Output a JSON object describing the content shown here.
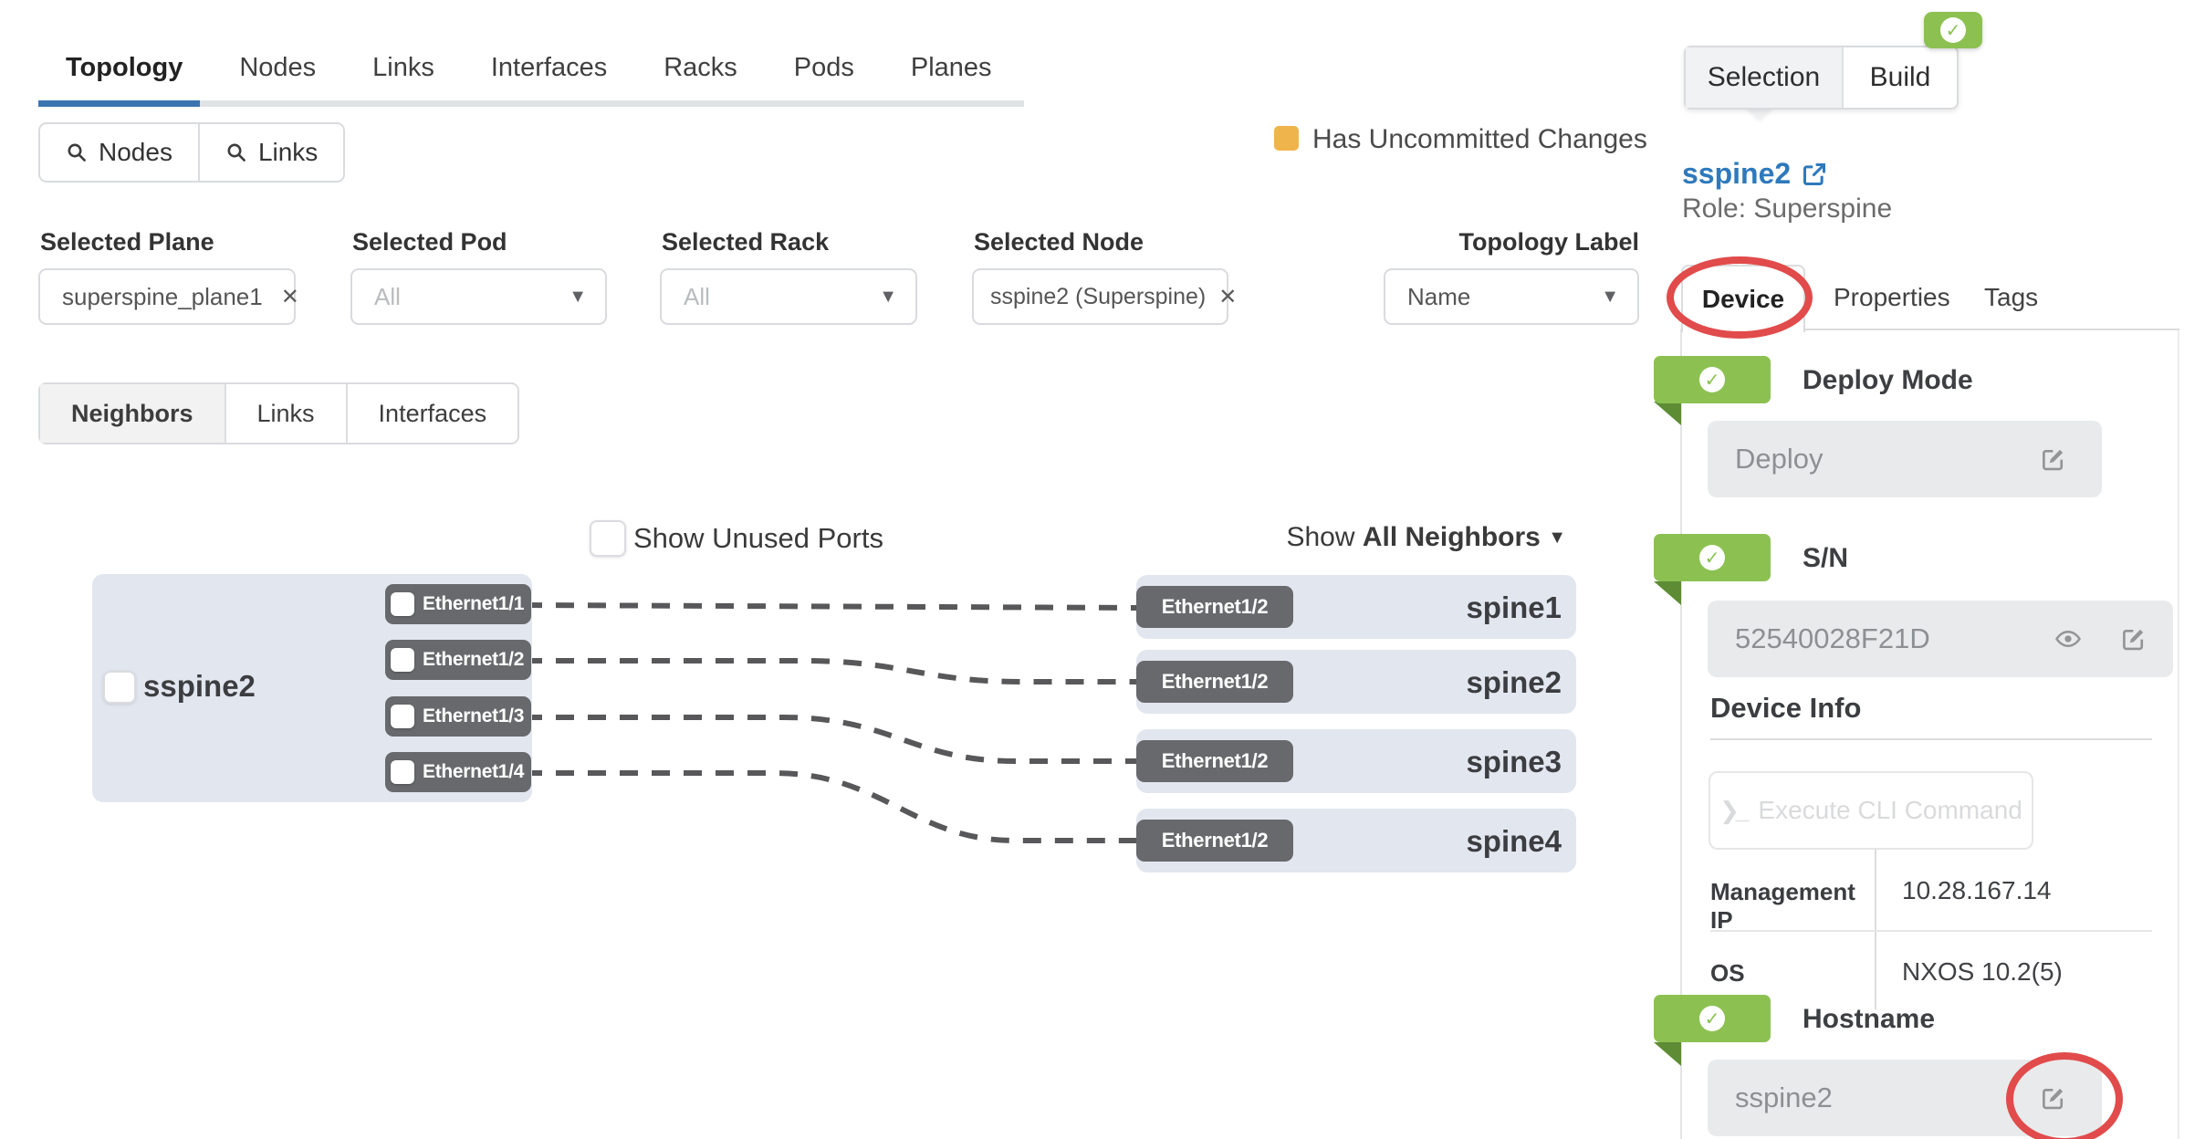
{
  "header": {
    "tabs": [
      {
        "label": "Topology",
        "active": true
      },
      {
        "label": "Nodes"
      },
      {
        "label": "Links"
      },
      {
        "label": "Interfaces"
      },
      {
        "label": "Racks"
      },
      {
        "label": "Pods"
      },
      {
        "label": "Planes"
      }
    ],
    "search_buttons": [
      {
        "label": "Nodes"
      },
      {
        "label": "Links"
      }
    ],
    "legend": {
      "label": "Has Uncommitted Changes",
      "color": "#f0b44c"
    }
  },
  "filters": [
    {
      "label": "Selected Plane",
      "value": "superspine_plane1",
      "clearable": true
    },
    {
      "label": "Selected Pod",
      "value": "All",
      "placeholder": true
    },
    {
      "label": "Selected Rack",
      "value": "All",
      "placeholder": true
    },
    {
      "label": "Selected Node",
      "value": "sspine2 (Superspine)",
      "clearable": true
    },
    {
      "label": "Topology Label",
      "value": "Name"
    }
  ],
  "view_tabs": [
    {
      "label": "Neighbors",
      "active": true
    },
    {
      "label": "Links"
    },
    {
      "label": "Interfaces"
    }
  ],
  "diagram": {
    "show_unused_label": "Show Unused Ports",
    "show_unused_checked": false,
    "show_prefix": "Show",
    "show_selection": "All Neighbors",
    "node": {
      "name": "sspine2",
      "ports": [
        "Ethernet1/1",
        "Ethernet1/2",
        "Ethernet1/3",
        "Ethernet1/4"
      ]
    },
    "neighbors": [
      {
        "port": "Ethernet1/2",
        "name": "spine1"
      },
      {
        "port": "Ethernet1/2",
        "name": "spine2"
      },
      {
        "port": "Ethernet1/2",
        "name": "spine3"
      },
      {
        "port": "Ethernet1/2",
        "name": "spine4"
      }
    ]
  },
  "panel": {
    "tabs": [
      {
        "label": "Selection",
        "active": true
      },
      {
        "label": "Build"
      }
    ],
    "node_link": "sspine2",
    "role": "Role: Superspine",
    "detail_tabs": [
      {
        "label": "Device",
        "active": true
      },
      {
        "label": "Properties"
      },
      {
        "label": "Tags"
      }
    ],
    "deploy": {
      "title": "Deploy Mode",
      "value": "Deploy"
    },
    "serial": {
      "title": "S/N",
      "value": "52540028F21D"
    },
    "hostname": {
      "title": "Hostname",
      "value": "sspine2"
    },
    "device_info": {
      "title": "Device Info",
      "cli_button": "Execute CLI Command",
      "rows": [
        {
          "label": "Management IP",
          "value": "10.28.167.14"
        },
        {
          "label": "OS",
          "value": "NXOS 10.2(5)"
        }
      ]
    }
  },
  "colors": {
    "accent_blue": "#3b76b0",
    "link_blue": "#2e79bd",
    "success_green": "#8cc152",
    "green_fold": "#5d8c35",
    "uncommitted_orange": "#f0b44c",
    "annotation_red": "#e14b4b",
    "pill_gray": "#67696c",
    "node_fill": "#e2e6ef",
    "field_fill": "#e9eaeb"
  }
}
